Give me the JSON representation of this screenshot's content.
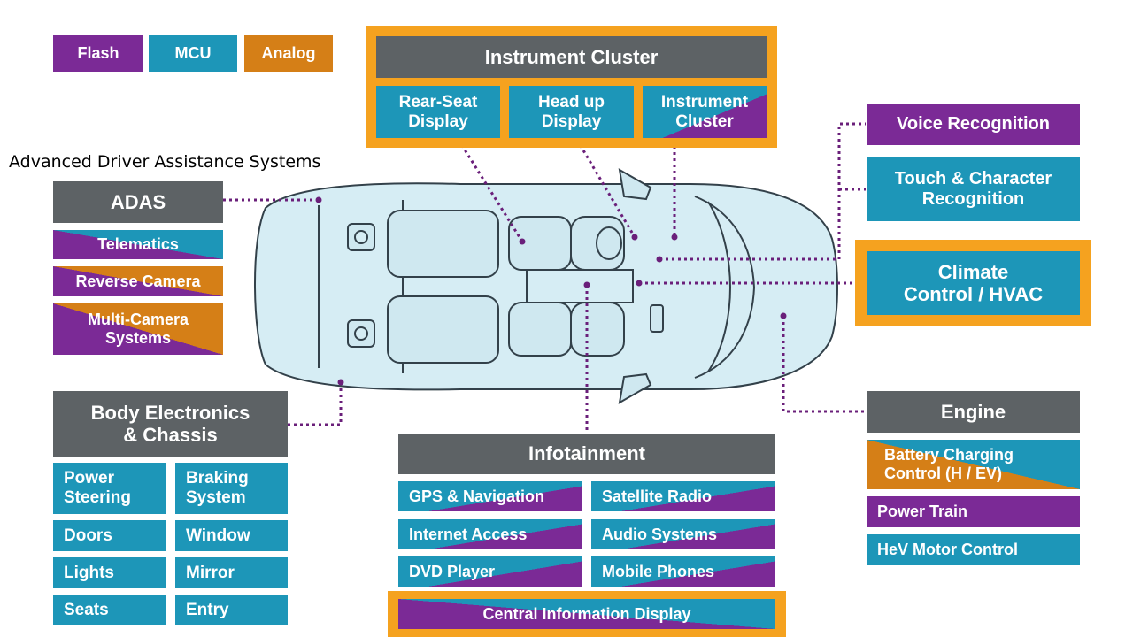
{
  "legend": {
    "flash": "Flash",
    "mcu": "MCU",
    "analog": "Analog"
  },
  "caption": "Advanced Driver Assistance Systems",
  "instrument_cluster": {
    "title": "Instrument Cluster",
    "items": [
      "Rear-Seat\nDisplay",
      "Head up\nDisplay",
      "Instrument\nCluster"
    ]
  },
  "adas": {
    "title": "ADAS",
    "items": [
      "Telematics",
      "Reverse Camera",
      "Multi-Camera\nSystems"
    ]
  },
  "body_electronics": {
    "title": "Body Electronics\n& Chassis",
    "items": [
      "Power\nSteering",
      "Braking\nSystem",
      "Doors",
      "Window",
      "Lights",
      "Mirror",
      "Seats",
      "Entry"
    ]
  },
  "infotainment": {
    "title": "Infotainment",
    "items": [
      "GPS & Navigation",
      "Satellite Radio",
      "Internet Access",
      "Audio Systems",
      "DVD Player",
      "Mobile Phones"
    ],
    "central_display": "Central Information Display"
  },
  "right_column": {
    "voice": "Voice Recognition",
    "touch": "Touch & Character\nRecognition",
    "climate": "Climate\nControl / HVAC"
  },
  "engine": {
    "title": "Engine",
    "items": [
      "Battery Charging\nControl (H / EV)",
      "Power Train",
      "HeV Motor Control"
    ]
  },
  "colors": {
    "flash": "#7b2a96",
    "mcu": "#1d96b8",
    "analog": "#d57f17",
    "header": "#5d6265",
    "frame": "#f5a21f",
    "connector": "#6a1f7a",
    "car_body": "#d6edf4"
  }
}
